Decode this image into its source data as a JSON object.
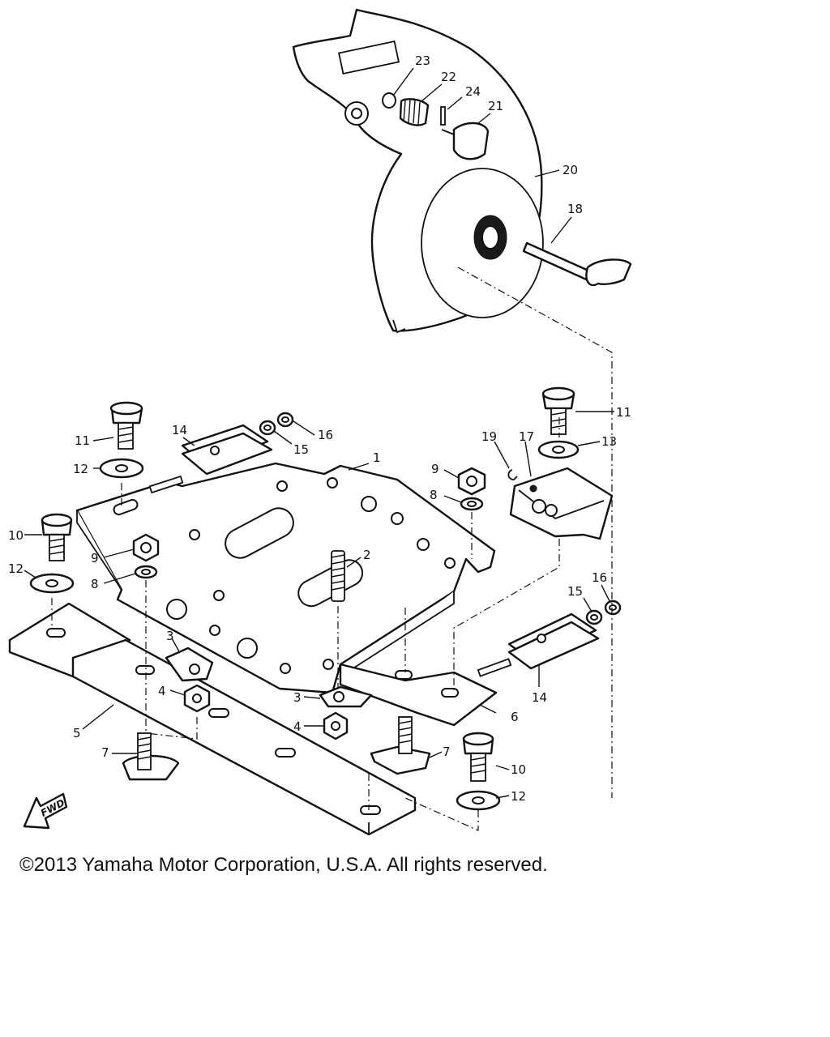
{
  "copyright": "©2013 Yamaha Motor Corporation, U.S.A. All rights reserved.",
  "direction_label": "FWD",
  "callouts": {
    "c1": "1",
    "c2": "2",
    "c3a": "3",
    "c3b": "3",
    "c4a": "4",
    "c4b": "4",
    "c5": "5",
    "c6": "6",
    "c7a": "7",
    "c7b": "7",
    "c8a": "8",
    "c8b": "8",
    "c9a": "9",
    "c9b": "9",
    "c10a": "10",
    "c10b": "10",
    "c11a": "11",
    "c11b": "11",
    "c12a": "12",
    "c12b": "12",
    "c12c": "12",
    "c13": "13",
    "c14a": "14",
    "c14b": "14",
    "c15a": "15",
    "c15b": "15",
    "c16a": "16",
    "c16b": "16",
    "c17": "17",
    "c18": "18",
    "c19": "19",
    "c20": "20",
    "c21": "21",
    "c22": "22",
    "c23": "23",
    "c24": "24"
  }
}
